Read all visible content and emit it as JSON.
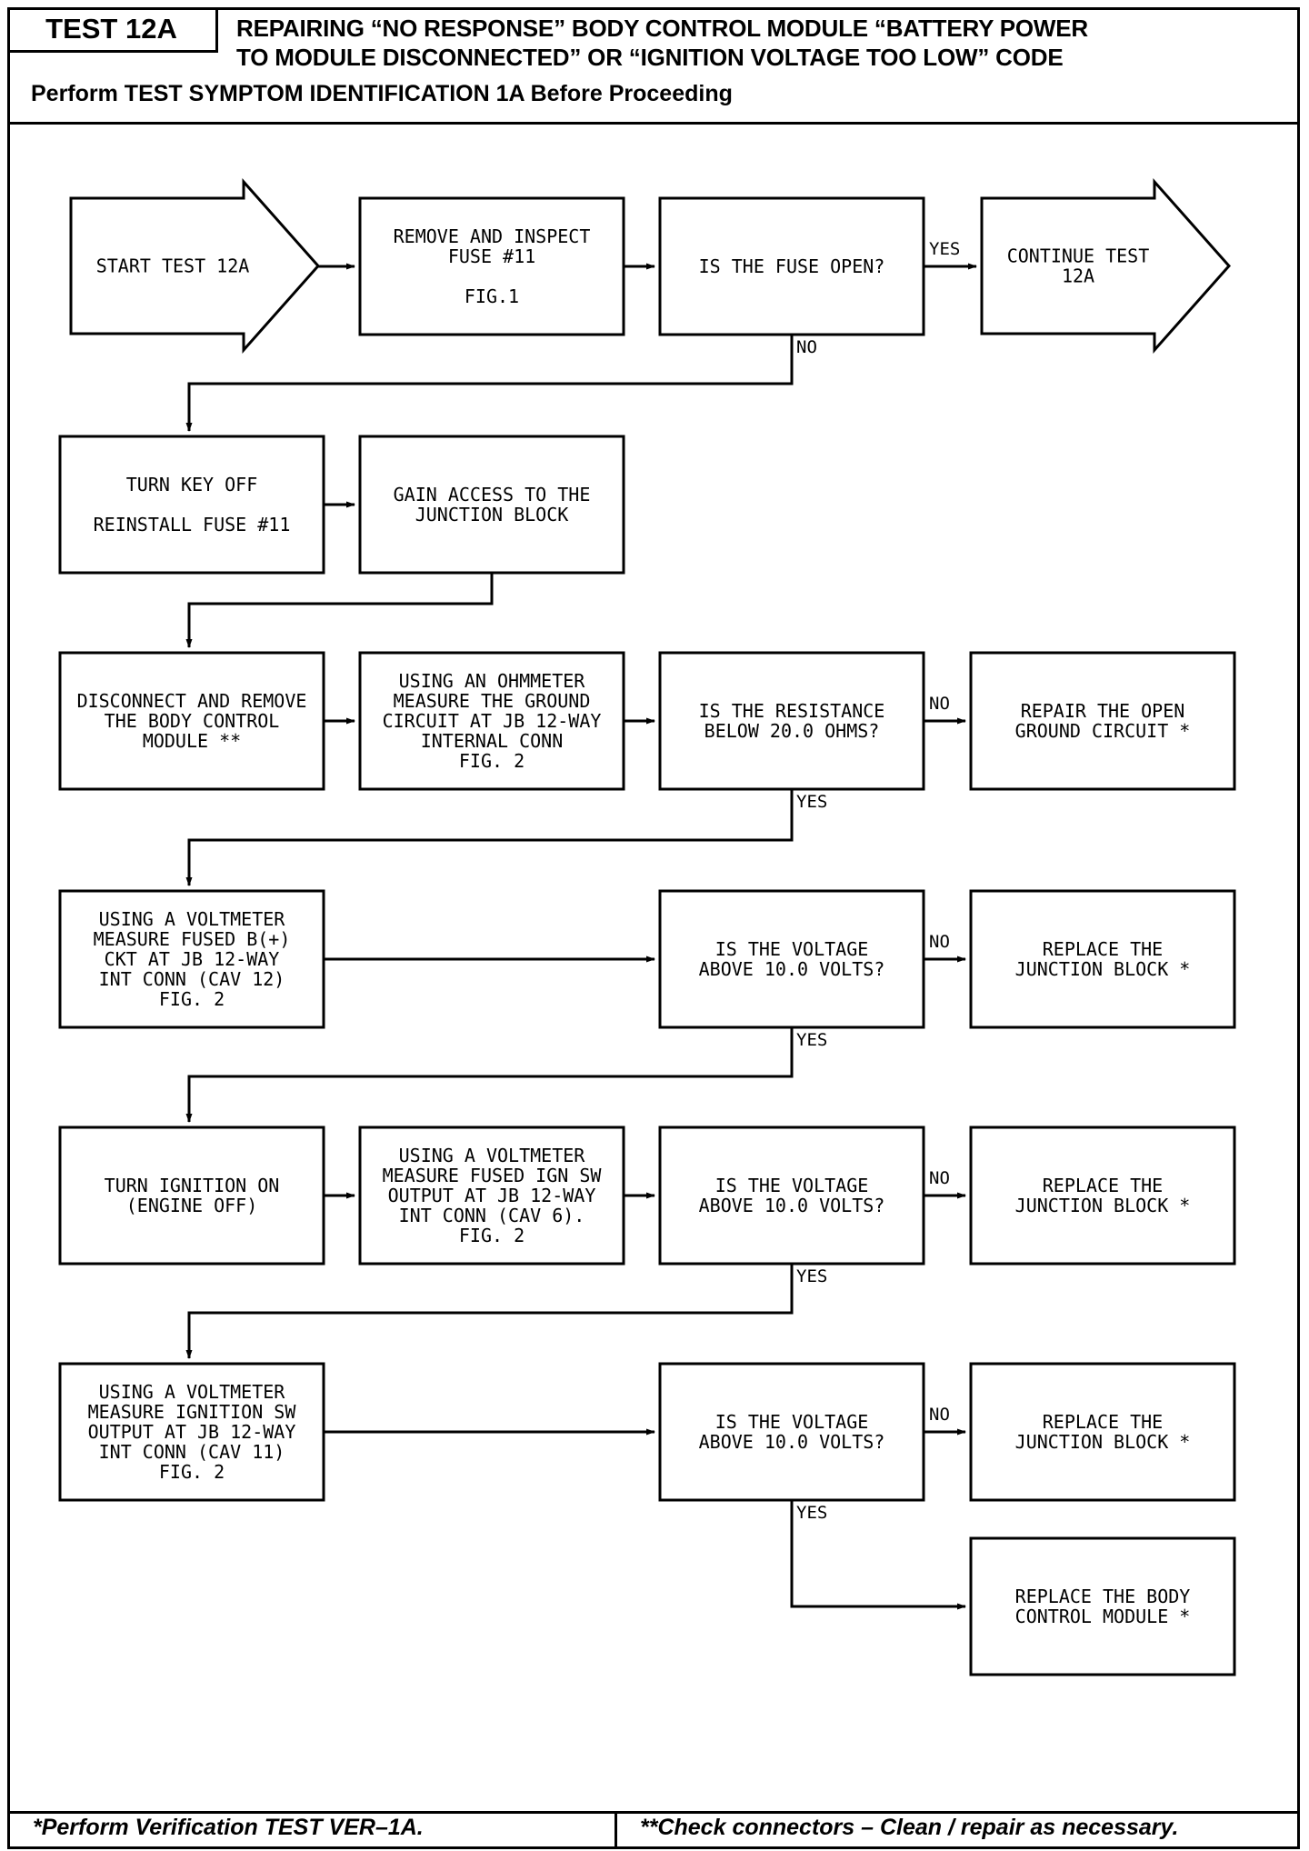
{
  "header": {
    "test_id": "TEST 12A",
    "title_line_1": "REPAIRING “NO RESPONSE” BODY CONTROL MODULE “BATTERY POWER",
    "title_line_2": "TO MODULE DISCONNECTED” OR “IGNITION VOLTAGE TOO LOW” CODE",
    "prerequisite": "Perform TEST SYMPTOM IDENTIFICATION 1A Before Proceeding"
  },
  "nodes": {
    "start": [
      "START TEST 12A"
    ],
    "inspect_fuse": [
      "REMOVE AND INSPECT",
      "FUSE #11",
      "",
      "FIG.1"
    ],
    "fuse_open": [
      "IS THE FUSE OPEN?"
    ],
    "continue": [
      "CONTINUE TEST",
      "12A"
    ],
    "key_off": [
      "TURN KEY OFF",
      "",
      "REINSTALL FUSE #11"
    ],
    "access_jb": [
      "GAIN ACCESS TO THE",
      "JUNCTION BLOCK"
    ],
    "remove_bcm": [
      "DISCONNECT AND REMOVE",
      "THE BODY CONTROL",
      "MODULE **"
    ],
    "measure_ground": [
      "USING AN OHMMETER",
      "MEASURE THE GROUND",
      "CIRCUIT AT JB 12-WAY",
      "INTERNAL CONN",
      "FIG. 2"
    ],
    "resistance_check": [
      "IS THE RESISTANCE",
      "BELOW 20.0 OHMS?"
    ],
    "repair_ground": [
      "REPAIR THE OPEN",
      "GROUND CIRCUIT *"
    ],
    "measure_bplus": [
      "USING A VOLTMETER",
      "MEASURE FUSED B(+)",
      "CKT AT JB 12-WAY",
      "INT CONN (CAV 12)",
      "FIG. 2"
    ],
    "voltage_check_1": [
      "IS THE VOLTAGE",
      "ABOVE 10.0 VOLTS?"
    ],
    "replace_jb_1": [
      "REPLACE THE",
      "JUNCTION BLOCK *"
    ],
    "ignition_on": [
      "TURN IGNITION ON",
      "(ENGINE OFF)"
    ],
    "measure_ign_fused": [
      "USING A VOLTMETER",
      "MEASURE FUSED IGN SW",
      "OUTPUT AT JB 12-WAY",
      "INT CONN (CAV 6).",
      "FIG. 2"
    ],
    "voltage_check_2": [
      "IS THE VOLTAGE",
      "ABOVE 10.0 VOLTS?"
    ],
    "replace_jb_2": [
      "REPLACE THE",
      "JUNCTION BLOCK *"
    ],
    "measure_ign": [
      "USING A VOLTMETER",
      "MEASURE IGNITION SW",
      "OUTPUT AT JB 12-WAY",
      "INT CONN (CAV 11)",
      "FIG. 2"
    ],
    "voltage_check_3": [
      "IS THE VOLTAGE",
      "ABOVE 10.0 VOLTS?"
    ],
    "replace_jb_3": [
      "REPLACE THE",
      "JUNCTION BLOCK *"
    ],
    "replace_bcm": [
      "REPLACE THE BODY",
      "CONTROL MODULE *"
    ]
  },
  "labels": {
    "yes": "YES",
    "no": "NO"
  },
  "footer": {
    "left": "*Perform Verification TEST VER–1A.",
    "right": "**Check connectors – Clean / repair as necessary."
  }
}
